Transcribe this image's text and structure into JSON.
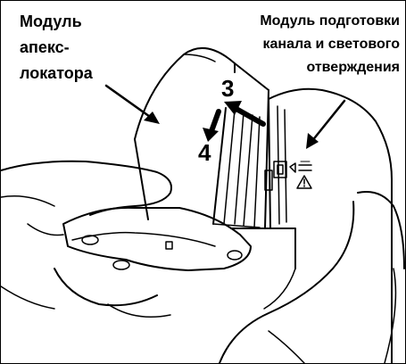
{
  "labels": {
    "apex_module": [
      "Модуль",
      "апекс-",
      "локатора"
    ],
    "prep_module": [
      "Модуль подготовки",
      "канала и светового",
      "отверждения"
    ]
  },
  "steps": {
    "step3": "3",
    "step4": "4"
  },
  "icons": {
    "device_symbol": "module-connector-icon",
    "warning_symbol": "warning-triangle-icon"
  },
  "colors": {
    "ink": "#000000",
    "background": "#ffffff"
  }
}
